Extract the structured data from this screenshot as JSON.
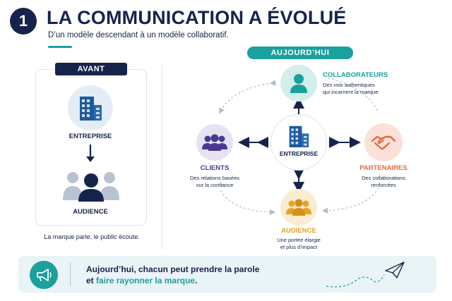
{
  "header": {
    "number": "1",
    "title": "LA COMMUNICATION A ÉVOLUÉ",
    "subtitle": "D’un modèle descendant à un modèle collaboratif."
  },
  "avant": {
    "label": "AVANT",
    "top_label": "ENTREPRISE",
    "bottom_label": "AUDIENCE",
    "caption": "La marque parle, le public écoute."
  },
  "aujourdhui": {
    "label": "AUJOURD’HUI",
    "center": "ENTREPRISE",
    "collaborateurs": {
      "title": "COLLABORATEURS",
      "line1": "Des voix authentiques",
      "line2": "qui incarnent la marque"
    },
    "clients": {
      "title": "CLIENTS",
      "line1": "Des relations basées",
      "line2": "sur la confiance"
    },
    "partenaires": {
      "title": "PARTENAIRES",
      "line1": "Des collaborations",
      "line2": "renforcées"
    },
    "audience": {
      "title": "AUDIENCE",
      "line1": "Une portée élargie",
      "line2": "et plus d’impact"
    }
  },
  "footer": {
    "line1": "Aujourd’hui, chacun peut prendre la parole",
    "line2_prefix": "et ",
    "line2_highlight": "faire rayonner la marque",
    "line2_suffix": "."
  },
  "colors": {
    "navy": "#16244c",
    "teal": "#1aa09d",
    "purple": "#4a3a8f",
    "orange": "#e9683a",
    "gold": "#e6a324"
  }
}
